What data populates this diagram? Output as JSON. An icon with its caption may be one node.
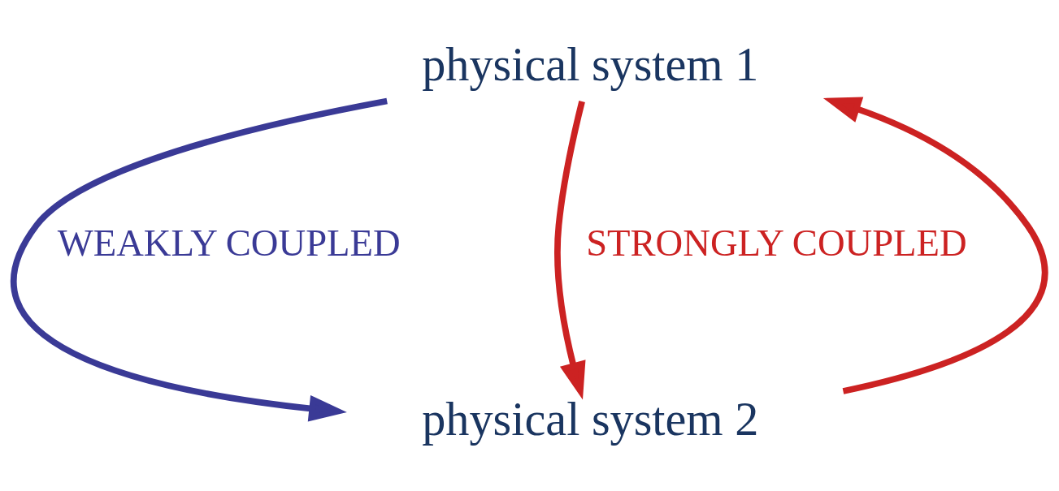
{
  "diagram": {
    "nodes": [
      {
        "text": [
          "physical system 1"
        ]
      },
      {
        "text": [
          "physical system 2"
        ]
      }
    ],
    "edges": [
      {
        "from": 1,
        "to": 0,
        "arrow": "to",
        "color": "#cc2222"
      },
      {
        "from": 0,
        "to": 1,
        "arrow": "to",
        "label": "WEAKLY COUPLED",
        "color": "#3a3a96"
      },
      {
        "from": 0,
        "to": 1,
        "arrow": "to",
        "label": "STRONGLY COUPLED",
        "color": "#cc2222"
      }
    ]
  }
}
